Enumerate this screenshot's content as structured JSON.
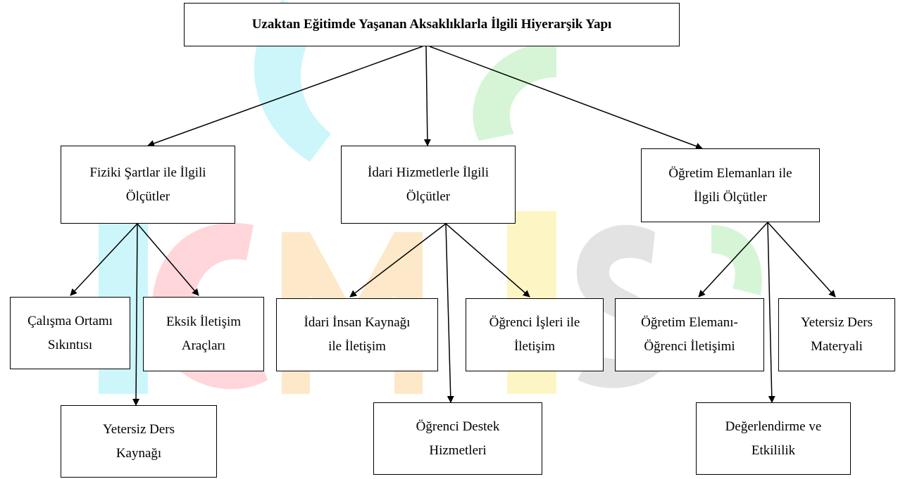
{
  "diagram": {
    "title": "Uzaktan  Eğitimde  Yaşanan  Aksaklıklarla İlgili Hiyerarşik Yapı",
    "categories": [
      {
        "label": "Fiziki  Şartlar ile  İlgili\nÖlçütler",
        "children": [
          "Çalışma Ortamı\nSıkıntısı",
          "Eksik İletişim\nAraçları",
          "Yetersiz  Ders\nKaynağı"
        ]
      },
      {
        "label": "İdari Hizmetlerle  İlgili\nÖlçütler",
        "children": [
          "İdari İnsan Kaynağı\nile İletişim",
          "Öğrenci İşleri ile\nİletişim",
          "Öğrenci Destek\nHizmetleri"
        ]
      },
      {
        "label": "Öğretim Elemanları  ile\nİlgili Ölçütler",
        "children": [
          "Öğretim Elemanı-\nÖğrenci İletişimi",
          "Yetersiz  Ders\nMateryali",
          "Değerlendirme  ve\nEtkililik"
        ]
      }
    ]
  },
  "watermark": {
    "colors": [
      "#cdf6fb",
      "#ffd6d9",
      "#fde9c9",
      "#fdf6c4",
      "#e3e3e3",
      "#d6f5d6"
    ]
  }
}
